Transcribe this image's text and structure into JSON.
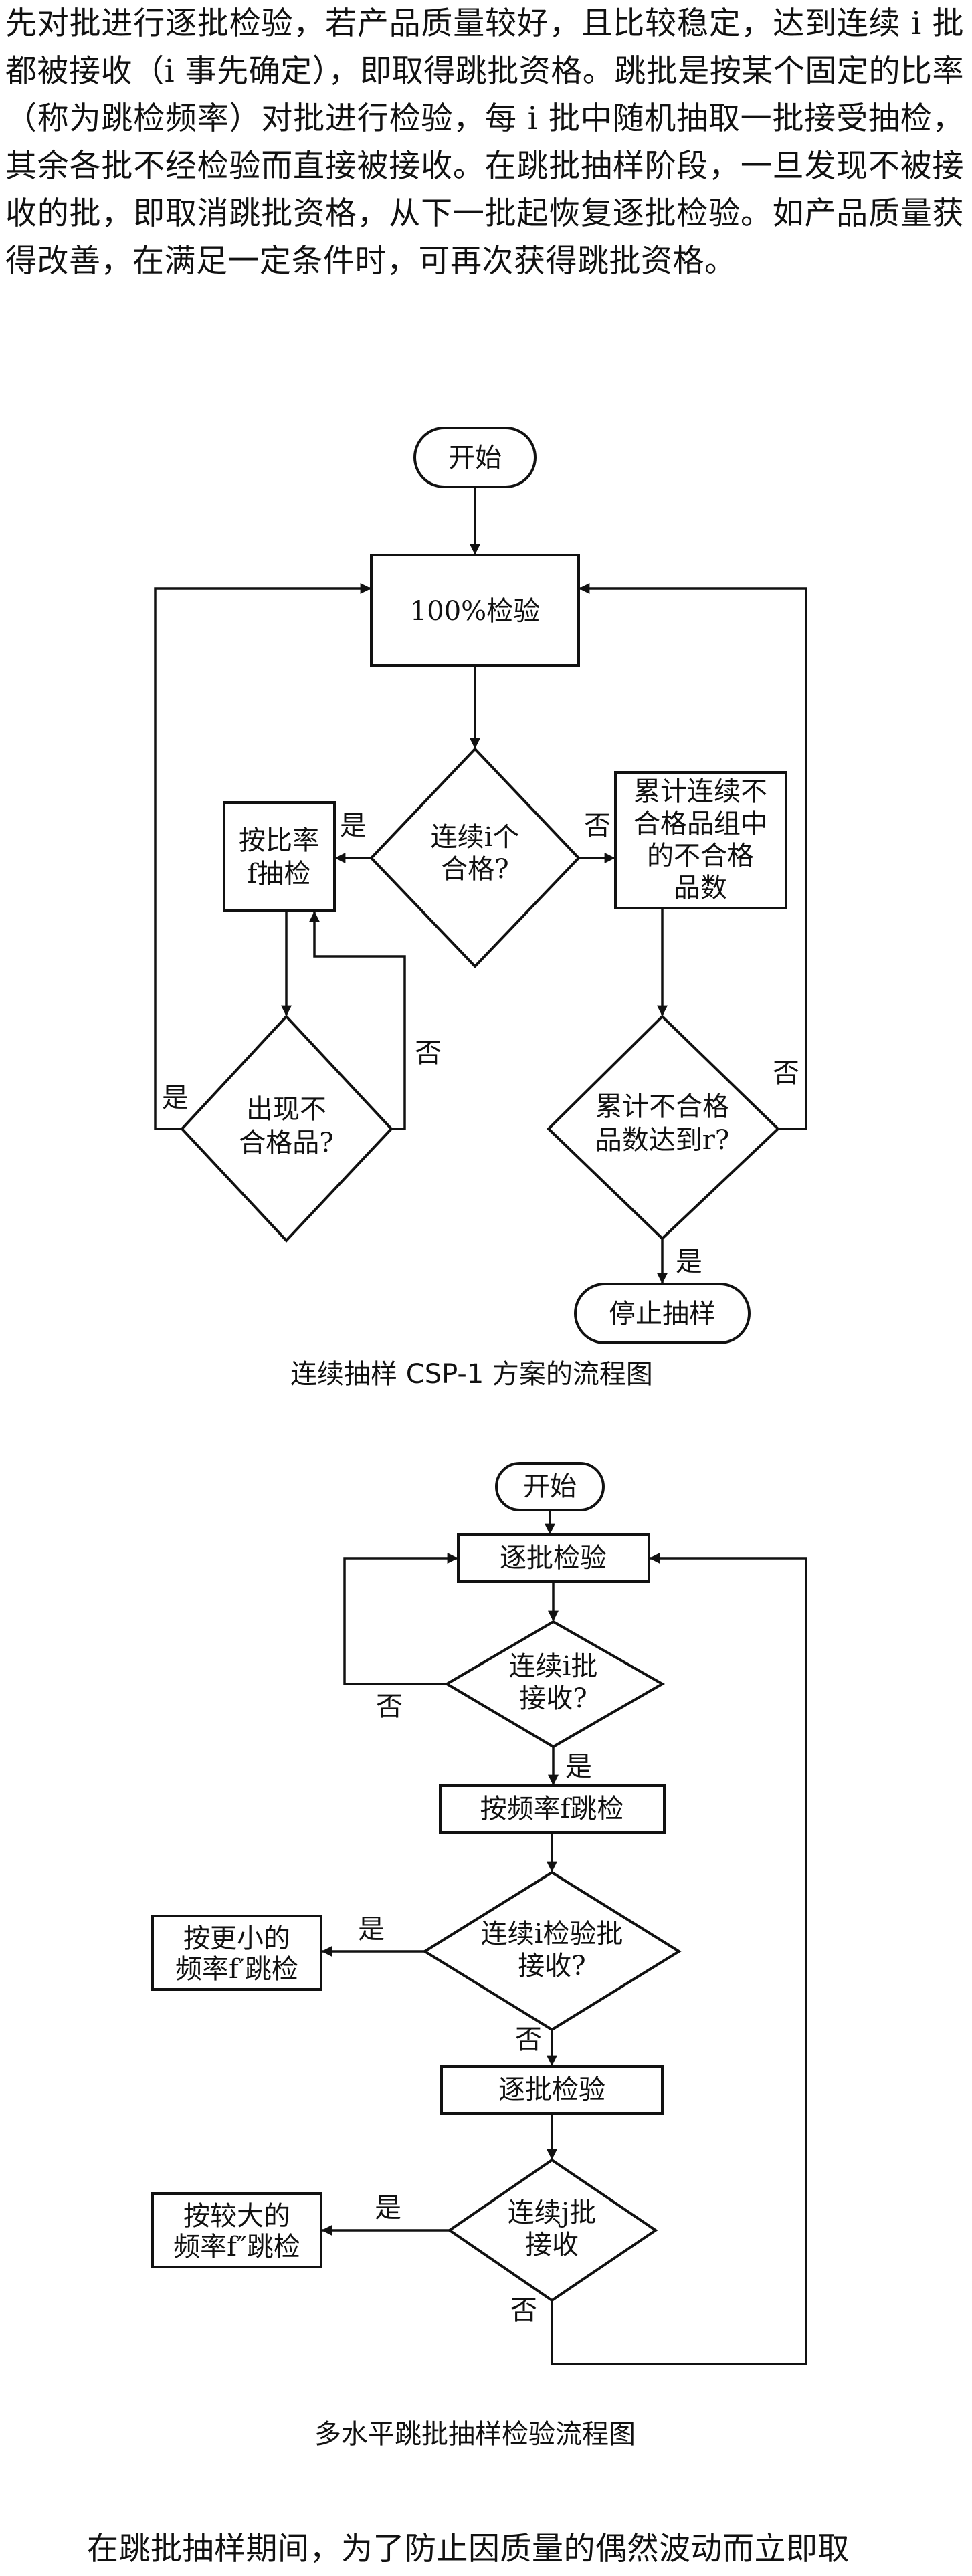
{
  "paragraph_top": "先对批进行逐批检验，若产品质量较好，且比较稳定，达到连续 i 批都被接收（i 事先确定），即取得跳批资格。跳批是按某个固定的比率（称为跳检频率）对批进行检验，每 i 批中随机抽取一批接受抽检，其余各批不经检验而直接被接收。在跳批抽样阶段，一旦发现不被接收的批，即取消跳批资格，从下一批起恢复逐批检验。如产品质量获得改善，在满足一定条件时，可再次获得跳批资格。",
  "diagram1": {
    "caption": "连续抽样 CSP-1 方案的流程图",
    "start": "开始",
    "inspect_all": "100%检验",
    "decision_i": [
      "连续i个",
      "合格?"
    ],
    "sample_f": [
      "按比率",
      "f抽检"
    ],
    "defect_found": [
      "出现不",
      "合格品?"
    ],
    "accumulate": [
      "累计连续不",
      "合格品组中",
      "的不合格",
      "品数"
    ],
    "reach_r": [
      "累计不合格",
      "品数达到r?"
    ],
    "stop": "停止抽样",
    "yes": "是",
    "no": "否"
  },
  "diagram2": {
    "caption": "多水平跳批抽样检验流程图",
    "start": "开始",
    "lot_inspect_1": "逐批检验",
    "decision_i_accept": [
      "连续i批",
      "接收?"
    ],
    "skip_f": "按频率f跳检",
    "decision_i_lots": [
      "连续i检验批",
      "接收?"
    ],
    "smaller_f": [
      "按更小的",
      "频率f′跳检"
    ],
    "lot_inspect_2": "逐批检验",
    "decision_j": [
      "连续j批",
      "接收"
    ],
    "larger_f": [
      "按较大的",
      "频率f″跳检"
    ],
    "yes": "是",
    "no": "否"
  },
  "paragraph_bottom": "在跳批抽样期间，为了防止因质量的偶然波动而立即取"
}
